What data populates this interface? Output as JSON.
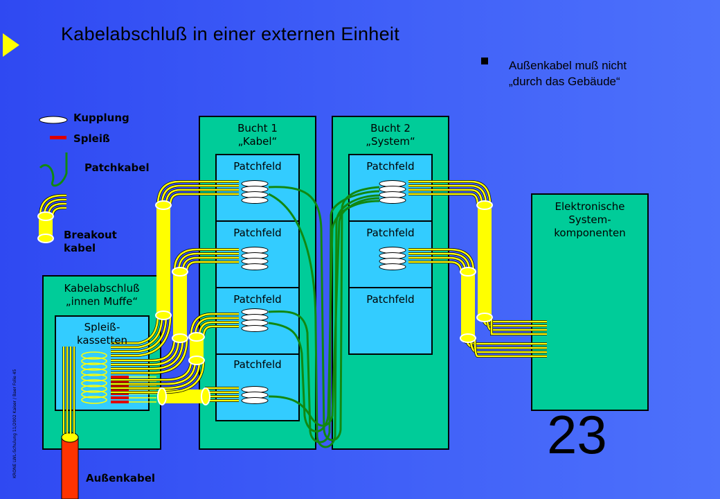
{
  "title": "Kabelabschluß in einer externen Einheit",
  "note": [
    "Außenkabel muß nicht",
    "„durch das Gebäude“"
  ],
  "legend": {
    "coupling": "Kupplung",
    "splice": "Spleiß",
    "patchcable": "Patchkabel",
    "breakout": [
      "Breakout",
      "kabel"
    ]
  },
  "left_box": {
    "title": [
      "Kabelabschluß",
      "„innen Muffe“"
    ],
    "cassettes": [
      "Spleiß-",
      "kassetten"
    ]
  },
  "bay1": {
    "title": [
      "Bucht 1",
      "„Kabel“"
    ],
    "panel_label": "Patchfeld"
  },
  "bay2": {
    "title": [
      "Bucht 2",
      "„System“"
    ],
    "panel_label": "Patchfeld"
  },
  "electronics": [
    "Elektronische",
    "System-",
    "komponenten"
  ],
  "outer_cable": "Außenkabel",
  "page_number": "23",
  "footer": "KRONE LWL-Schulung 11/2002 Kaiser / Baer Folie 45",
  "colors": {
    "bay_green": "#00cc99",
    "panel_blue": "#33ccff",
    "fiber_yellow": "#ffff00",
    "patch_green": "#118811",
    "splice_red": "#dd0000",
    "outer_cable": "#ff3300",
    "arrow_yellow": "#ffff00"
  }
}
